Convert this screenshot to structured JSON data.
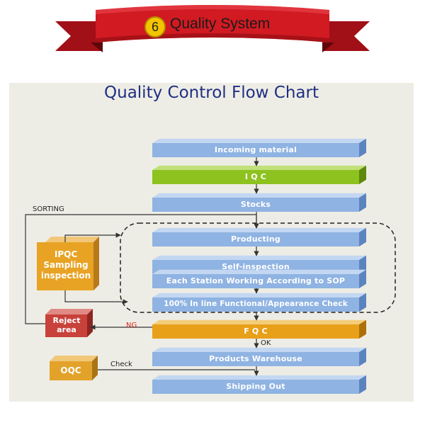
{
  "banner": {
    "number": "6",
    "title": "Quality System",
    "colors": {
      "ribbon": "#c8141d",
      "ribbon_dark": "#7a0a0f",
      "badge": "#f5c400"
    }
  },
  "chart": {
    "title": "Quality Control Flow Chart",
    "steps": [
      {
        "id": "incoming",
        "label": "Incoming material",
        "color": "blue"
      },
      {
        "id": "iqc",
        "label": "I Q C",
        "color": "green"
      },
      {
        "id": "stocks",
        "label": "Stocks",
        "color": "blue"
      },
      {
        "id": "producting",
        "label": "Producting",
        "color": "blue"
      },
      {
        "id": "self-inspection",
        "label": "Self-inspection",
        "color": "blue"
      },
      {
        "id": "each-station",
        "label": "Each Station Working According to SOP",
        "color": "blue"
      },
      {
        "id": "inline-check",
        "label": "100% In line Functional/Appearance Check",
        "color": "blue"
      },
      {
        "id": "fqc",
        "label": "F Q C",
        "color": "orange"
      },
      {
        "id": "warehouse",
        "label": "Products Warehouse",
        "color": "blue"
      },
      {
        "id": "shipping",
        "label": "Shipping Out",
        "color": "blue"
      }
    ],
    "side_boxes": {
      "ipqc": "IPQC Sampling inspection",
      "reject": "Reject area",
      "oqc": "OQC"
    },
    "annotations": {
      "sorting": "SORTING",
      "ng": "NG",
      "ok": "OK",
      "check": "Check"
    },
    "colors": {
      "blue": "#8fb3e2",
      "green": "#8dc21f",
      "orange": "#e8a019",
      "ipqc": "#e8a324",
      "reject": "#c8413a",
      "oqc": "#e3a32a",
      "title": "#1f2f83",
      "ng_text": "#d9261c",
      "panel": "#eeede5"
    }
  }
}
